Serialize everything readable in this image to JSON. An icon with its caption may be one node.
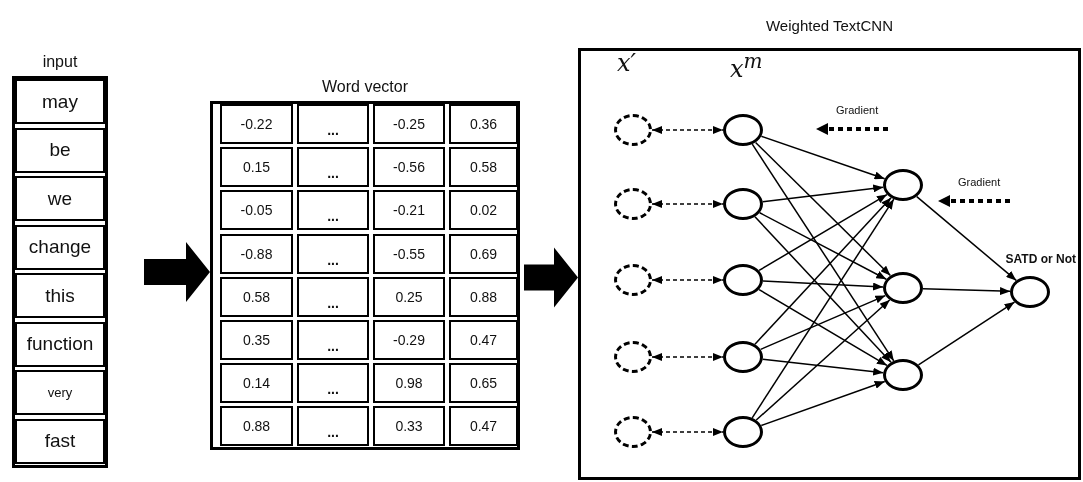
{
  "diagram": {
    "nodes": [
      {
        "text": [
          "input"
        ]
      },
      {
        "text": [
          "may"
        ],
        "in": 0
      },
      {
        "text": [
          "be"
        ],
        "in": 0
      },
      {
        "text": [
          "we"
        ],
        "in": 0
      },
      {
        "text": [
          "change"
        ],
        "in": 0
      },
      {
        "text": [
          "this"
        ],
        "in": 0
      },
      {
        "text": [
          "function"
        ],
        "in": 0
      },
      {
        "text": [
          "very"
        ],
        "in": 0
      },
      {
        "text": [
          "fast"
        ],
        "in": 0
      },
      {
        "text": [
          "Word vector"
        ]
      },
      {
        "text": [
          "-0.22"
        ],
        "in": 9
      },
      {
        "text": [
          "..."
        ],
        "in": 9
      },
      {
        "text": [
          "-0.25"
        ],
        "in": 9
      },
      {
        "text": [
          "0.36"
        ],
        "in": 9
      },
      {
        "text": [
          "0.15"
        ],
        "in": 9
      },
      {
        "text": [
          "..."
        ],
        "in": 9
      },
      {
        "text": [
          "-0.56"
        ],
        "in": 9
      },
      {
        "text": [
          "0.58"
        ],
        "in": 9
      },
      {
        "text": [
          "-0.05"
        ],
        "in": 9
      },
      {
        "text": [
          "..."
        ],
        "in": 9
      },
      {
        "text": [
          "-0.21"
        ],
        "in": 9
      },
      {
        "text": [
          "0.02"
        ],
        "in": 9
      },
      {
        "text": [
          "-0.88"
        ],
        "in": 9
      },
      {
        "text": [
          "..."
        ],
        "in": 9
      },
      {
        "text": [
          "-0.55"
        ],
        "in": 9
      },
      {
        "text": [
          "0.69"
        ],
        "in": 9
      },
      {
        "text": [
          "0.58"
        ],
        "in": 9
      },
      {
        "text": [
          "..."
        ],
        "in": 9
      },
      {
        "text": [
          "0.25"
        ],
        "in": 9
      },
      {
        "text": [
          "0.88"
        ],
        "in": 9
      },
      {
        "text": [
          "0.35"
        ],
        "in": 9
      },
      {
        "text": [
          "..."
        ],
        "in": 9
      },
      {
        "text": [
          "-0.29"
        ],
        "in": 9
      },
      {
        "text": [
          "0.47"
        ],
        "in": 9
      },
      {
        "text": [
          "0.14"
        ],
        "in": 9
      },
      {
        "text": [
          "..."
        ],
        "in": 9
      },
      {
        "text": [
          "0.98"
        ],
        "in": 9
      },
      {
        "text": [
          "0.65"
        ],
        "in": 9
      },
      {
        "text": [
          "0.88"
        ],
        "in": 9
      },
      {
        "text": [
          "..."
        ],
        "in": 9
      },
      {
        "text": [
          "0.33"
        ],
        "in": 9
      },
      {
        "text": [
          "0.47"
        ],
        "in": 9
      },
      {
        "text": [
          "Weighted TextCNN"
        ]
      },
      {
        "text": [],
        "shape": "circle",
        "in": 42
      },
      {
        "text": [],
        "shape": "circle",
        "in": 42
      },
      {
        "text": [],
        "shape": "circle",
        "in": 42
      },
      {
        "text": [],
        "shape": "circle",
        "in": 42
      },
      {
        "text": [],
        "shape": "circle",
        "in": 42
      },
      {
        "text": [],
        "shape": "circle",
        "in": 42
      },
      {
        "text": [],
        "shape": "circle",
        "in": 42
      },
      {
        "text": [],
        "shape": "circle",
        "in": 42
      },
      {
        "text": [],
        "shape": "circle",
        "in": 42
      },
      {
        "text": [],
        "shape": "circle",
        "in": 42
      },
      {
        "text": [],
        "shape": "circle",
        "in": 42
      },
      {
        "text": [],
        "shape": "circle",
        "in": 42
      },
      {
        "text": [],
        "shape": "circle",
        "in": 42
      },
      {
        "text": [],
        "shape": "circle",
        "in": 42,
        "beside": [
          "SATD or Not"
        ]
      }
    ],
    "edges": [
      {
        "from": 0,
        "to": 9,
        "arrow": "to",
        "style": "thick"
      },
      {
        "from": 9,
        "to": 42,
        "arrow": "to",
        "style": "thick"
      },
      {
        "from": 43,
        "to": 48,
        "arrow": "both",
        "style": "dashed"
      },
      {
        "from": 44,
        "to": 49,
        "arrow": "both",
        "style": "dashed"
      },
      {
        "from": 45,
        "to": 50,
        "arrow": "both",
        "style": "dashed"
      },
      {
        "from": 46,
        "to": 51,
        "arrow": "both",
        "style": "dashed"
      },
      {
        "from": 47,
        "to": 52,
        "arrow": "both",
        "style": "dashed"
      },
      {
        "from": 48,
        "to": 53,
        "arrow": "to"
      },
      {
        "from": 48,
        "to": 54,
        "arrow": "to"
      },
      {
        "from": 48,
        "to": 55,
        "arrow": "to"
      },
      {
        "from": 49,
        "to": 53,
        "arrow": "to"
      },
      {
        "from": 49,
        "to": 54,
        "arrow": "to"
      },
      {
        "from": 49,
        "to": 55,
        "arrow": "to"
      },
      {
        "from": 50,
        "to": 53,
        "arrow": "to"
      },
      {
        "from": 50,
        "to": 54,
        "arrow": "to"
      },
      {
        "from": 50,
        "to": 55,
        "arrow": "to"
      },
      {
        "from": 51,
        "to": 53,
        "arrow": "to"
      },
      {
        "from": 51,
        "to": 54,
        "arrow": "to"
      },
      {
        "from": 51,
        "to": 55,
        "arrow": "to"
      },
      {
        "from": 52,
        "to": 53,
        "arrow": "to"
      },
      {
        "from": 52,
        "to": 54,
        "arrow": "to"
      },
      {
        "from": 52,
        "to": 55,
        "arrow": "to"
      },
      {
        "from": 53,
        "to": 56,
        "arrow": "to"
      },
      {
        "from": 54,
        "to": 56,
        "arrow": "to"
      },
      {
        "from": 55,
        "to": 56,
        "arrow": "to"
      }
    ],
    "labels": [
      "x′",
      "x$^{m}$",
      "Gradient",
      "Gradient"
    ]
  }
}
